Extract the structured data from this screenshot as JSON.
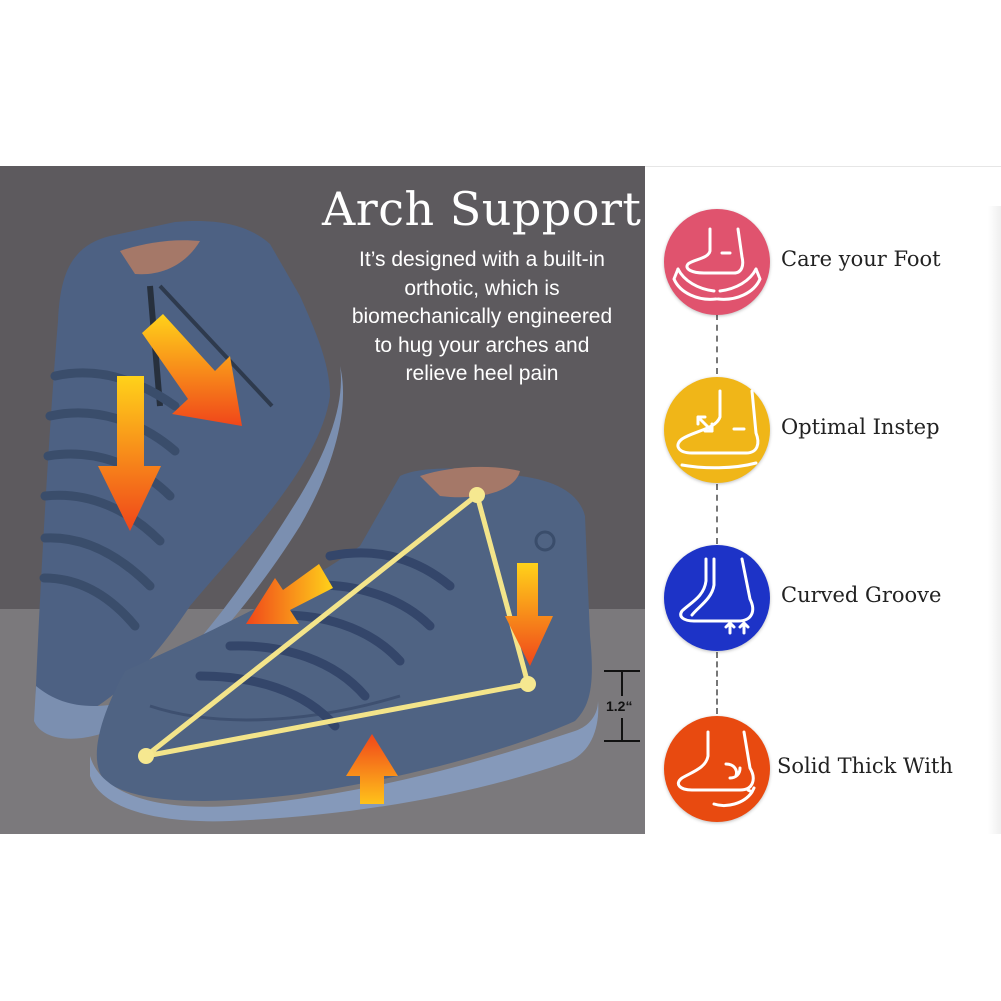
{
  "headline": "Arch Support",
  "description_lines": [
    "It’s designed with a built-in",
    "orthotic, which is",
    "biomechanically engineered",
    "to hug your arches and",
    "relieve heel pain"
  ],
  "height_label": "1.2“",
  "features": [
    {
      "label": "Care your Foot",
      "color": "#e0536e",
      "icon": "hands-holding-foot-icon"
    },
    {
      "label": "Optimal Instep",
      "color": "#f0b618",
      "icon": "foot-instep-icon"
    },
    {
      "label": "Curved Groove",
      "color": "#1d33c7",
      "icon": "foot-arch-groove-icon"
    },
    {
      "label": "Solid Thick With",
      "color": "#e84a10",
      "icon": "heel-cushion-icon"
    }
  ],
  "colors": {
    "shoe": "#4f6383",
    "arrow": "#f07a16",
    "triangle": "#f3e48a"
  }
}
